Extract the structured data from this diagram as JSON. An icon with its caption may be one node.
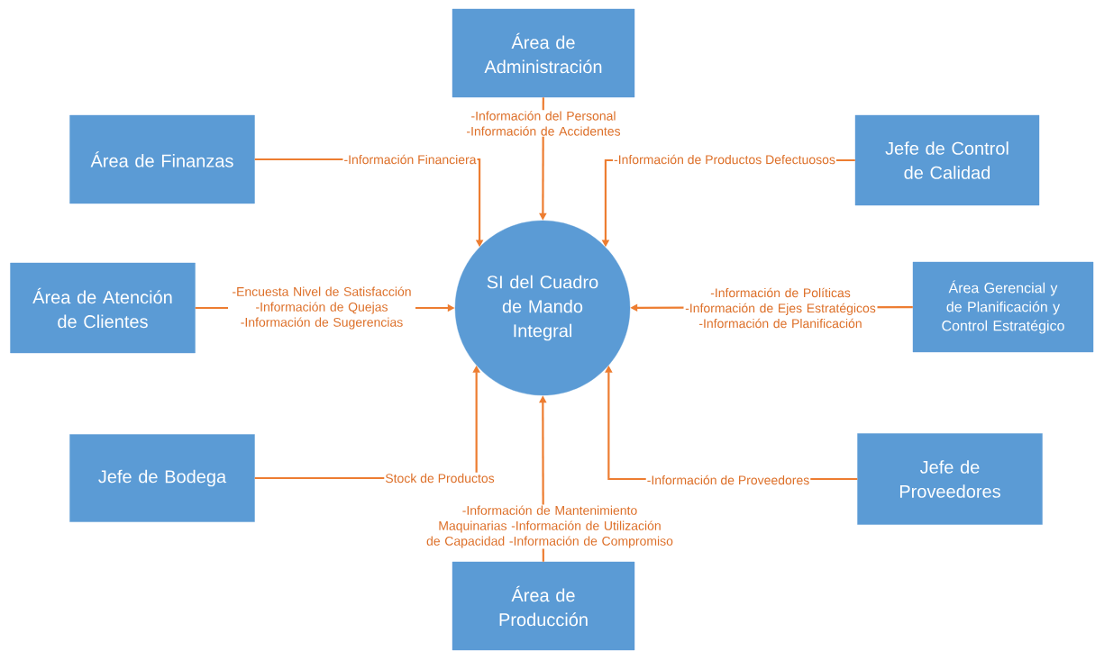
{
  "diagram": {
    "nodes": [
      {
        "text": [
          "Área de Administración"
        ]
      },
      {
        "text": [
          "Área de Finanzas"
        ]
      },
      {
        "text": [
          "Jefe de Control de Calidad"
        ]
      },
      {
        "text": [
          "Área de Atención de Clientes"
        ]
      },
      {
        "text": [
          "SI del Cuadro de Mando Integral"
        ]
      },
      {
        "text": [
          "Área Gerencial y de Planificación y Control Estratégico"
        ]
      },
      {
        "text": [
          "Jefe de Bodega"
        ]
      },
      {
        "text": [
          "Jefe de Proveedores"
        ]
      },
      {
        "text": [
          "Área de Producción"
        ]
      }
    ],
    "edges": [
      {
        "from": 0,
        "to": 4,
        "arrow": "to",
        "label": "-Información del Personal -Información de Accidentes"
      },
      {
        "from": 1,
        "to": 4,
        "arrow": "to",
        "label": "-Información Financiera"
      },
      {
        "from": 2,
        "to": 4,
        "arrow": "to",
        "label": "-Información de Productos Defectuosos"
      },
      {
        "from": 3,
        "to": 4,
        "arrow": "to",
        "label": "-Encuesta Nivel de Satisfacción -Información de Quejas -Información de Sugerencias"
      },
      {
        "from": 5,
        "to": 4,
        "arrow": "to",
        "label": "-Información de Políticas -Información de Ejes Estratégicos -Información de Planificación"
      },
      {
        "from": 6,
        "to": 4,
        "arrow": "to",
        "label": "Stock de Productos"
      },
      {
        "from": 7,
        "to": 4,
        "arrow": "to",
        "label": "-Información de Proveedores"
      },
      {
        "from": 8,
        "to": 4,
        "arrow": "to",
        "label": "-Información de Mantenimiento Maquinarias -Información de Utilización de Capacidad -Información de Compromiso"
      }
    ]
  }
}
